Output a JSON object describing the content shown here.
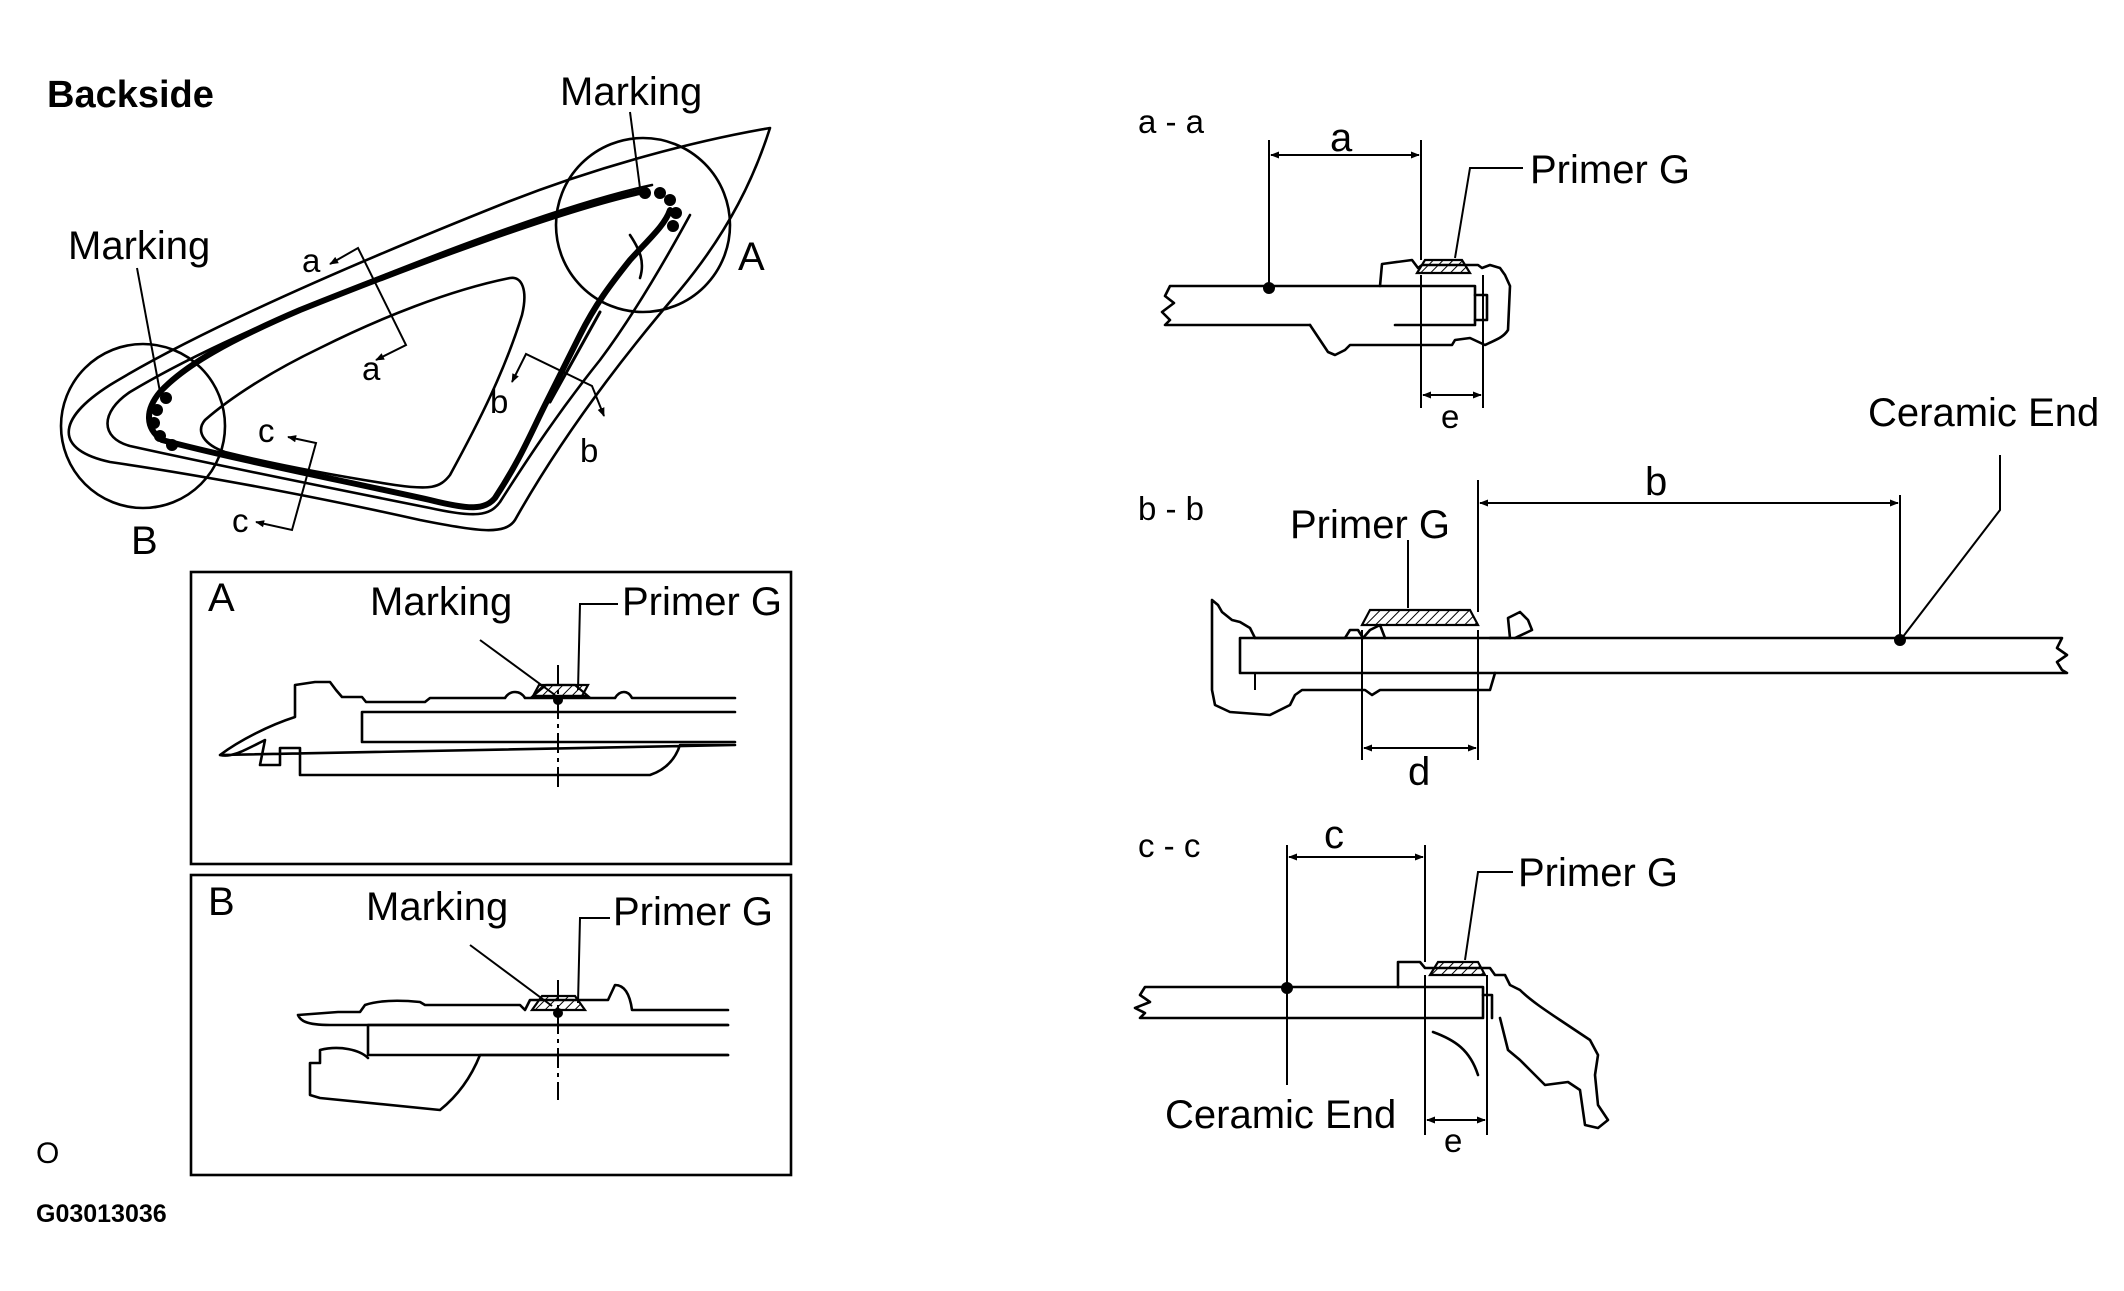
{
  "title": "Backside",
  "figure_code": "G03013036",
  "corner_mark": "O",
  "overview": {
    "marking_top": "Marking",
    "marking_left": "Marking",
    "circle_a": "A",
    "circle_b": "B",
    "section_a_top": "a",
    "section_a_bottom": "a",
    "section_b_top": "b",
    "section_b_bottom": "b",
    "section_c_top": "c",
    "section_c_bottom": "c"
  },
  "detail_a": {
    "id": "A",
    "marking": "Marking",
    "primer": "Primer G"
  },
  "detail_b": {
    "id": "B",
    "marking": "Marking",
    "primer": "Primer G"
  },
  "section_aa": {
    "title": "a - a",
    "dim_main": "a",
    "dim_width": "e",
    "primer": "Primer G"
  },
  "section_bb": {
    "title": "b - b",
    "dim_main": "b",
    "dim_width": "d",
    "primer": "Primer G",
    "ceramic": "Ceramic End"
  },
  "section_cc": {
    "title": "c - c",
    "dim_main": "c",
    "dim_width": "e",
    "primer": "Primer G",
    "ceramic": "Ceramic End"
  },
  "colors": {
    "ink": "#000000",
    "paper": "#ffffff"
  }
}
